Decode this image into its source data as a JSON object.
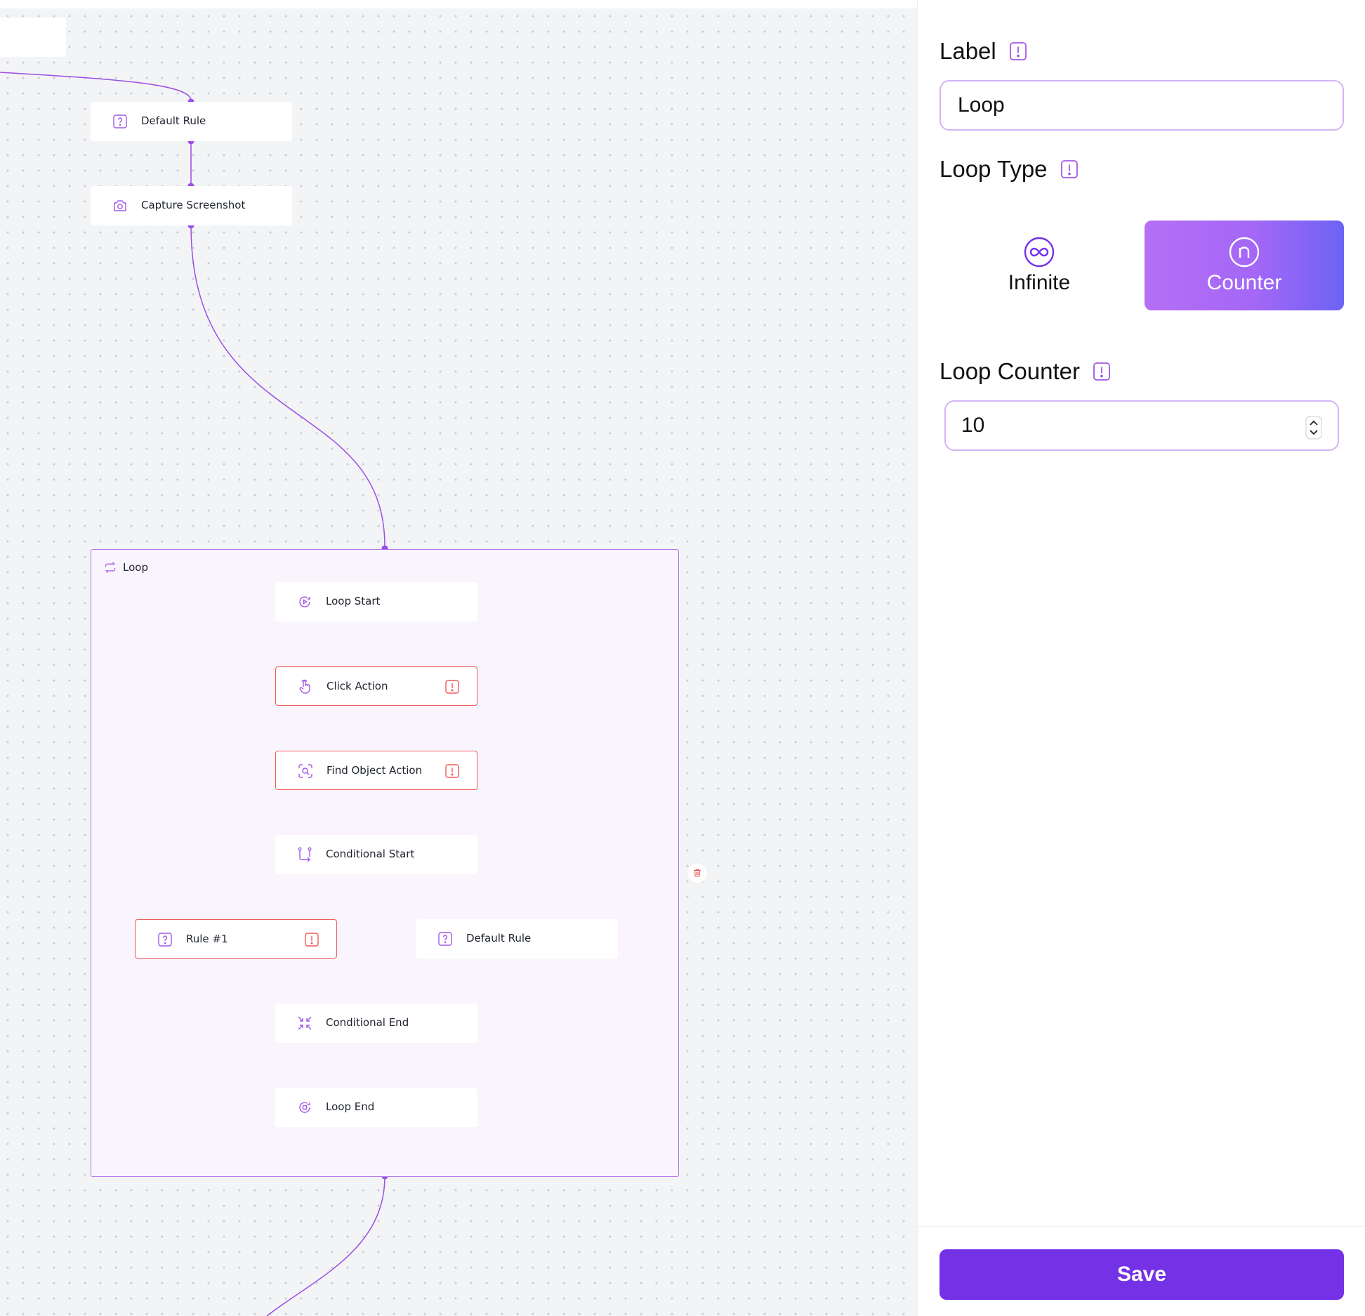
{
  "canvas": {
    "top_nodes": {
      "default_rule": "Default Rule",
      "capture_screenshot": "Capture Screenshot"
    },
    "loop_group": {
      "label": "Loop",
      "nodes": {
        "loop_start": "Loop Start",
        "click_action": "Click Action",
        "find_object_action": "Find Object Action",
        "conditional_start": "Conditional Start",
        "rule_1": "Rule #1",
        "default_rule": "Default Rule",
        "conditional_end": "Conditional End",
        "loop_end": "Loop End"
      }
    }
  },
  "panel": {
    "label_field": {
      "title": "Label",
      "value": "Loop"
    },
    "loop_type": {
      "title": "Loop Type",
      "options": [
        "Infinite",
        "Counter"
      ],
      "selected": "Counter"
    },
    "loop_counter": {
      "title": "Loop Counter",
      "value": "10"
    },
    "save_label": "Save"
  },
  "colors": {
    "accent": "#7531e6",
    "edge": "#9b4de6",
    "error": "#ef5a5a",
    "icon": "#a259e6"
  }
}
